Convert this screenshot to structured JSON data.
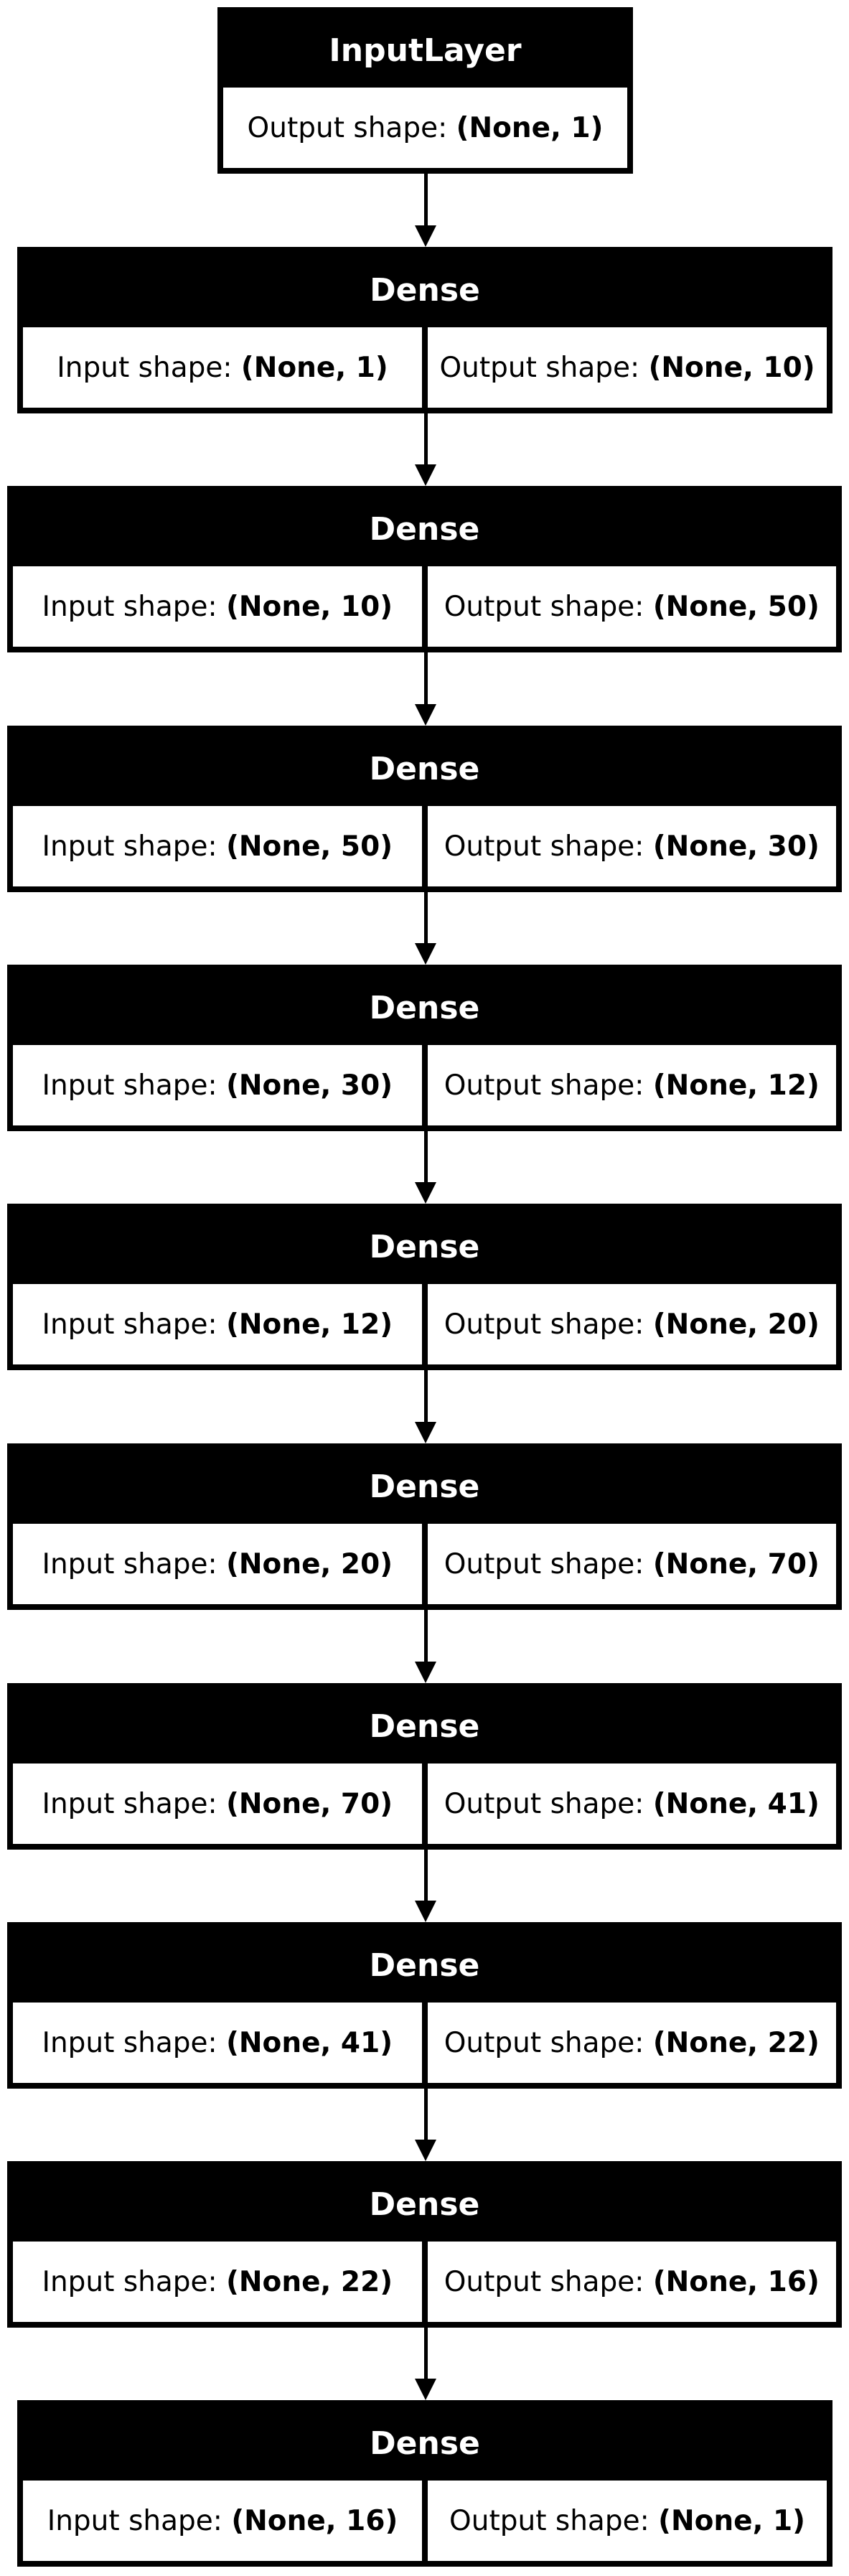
{
  "diagram": {
    "layers": [
      {
        "name": "InputLayer",
        "fields": [
          {
            "label": "Output shape: ",
            "value": "(None, 1)"
          }
        ]
      },
      {
        "name": "Dense",
        "fields": [
          {
            "label": "Input shape: ",
            "value": "(None, 1)"
          },
          {
            "label": "Output shape: ",
            "value": "(None, 10)"
          }
        ]
      },
      {
        "name": "Dense",
        "fields": [
          {
            "label": "Input shape: ",
            "value": "(None, 10)"
          },
          {
            "label": "Output shape: ",
            "value": "(None, 50)"
          }
        ]
      },
      {
        "name": "Dense",
        "fields": [
          {
            "label": "Input shape: ",
            "value": "(None, 50)"
          },
          {
            "label": "Output shape: ",
            "value": "(None, 30)"
          }
        ]
      },
      {
        "name": "Dense",
        "fields": [
          {
            "label": "Input shape: ",
            "value": "(None, 30)"
          },
          {
            "label": "Output shape: ",
            "value": "(None, 12)"
          }
        ]
      },
      {
        "name": "Dense",
        "fields": [
          {
            "label": "Input shape: ",
            "value": "(None, 12)"
          },
          {
            "label": "Output shape: ",
            "value": "(None, 20)"
          }
        ]
      },
      {
        "name": "Dense",
        "fields": [
          {
            "label": "Input shape: ",
            "value": "(None, 20)"
          },
          {
            "label": "Output shape: ",
            "value": "(None, 70)"
          }
        ]
      },
      {
        "name": "Dense",
        "fields": [
          {
            "label": "Input shape: ",
            "value": "(None, 70)"
          },
          {
            "label": "Output shape: ",
            "value": "(None, 41)"
          }
        ]
      },
      {
        "name": "Dense",
        "fields": [
          {
            "label": "Input shape: ",
            "value": "(None, 41)"
          },
          {
            "label": "Output shape: ",
            "value": "(None, 22)"
          }
        ]
      },
      {
        "name": "Dense",
        "fields": [
          {
            "label": "Input shape: ",
            "value": "(None, 22)"
          },
          {
            "label": "Output shape: ",
            "value": "(None, 16)"
          }
        ]
      },
      {
        "name": "Dense",
        "fields": [
          {
            "label": "Input shape: ",
            "value": "(None, 16)"
          },
          {
            "label": "Output shape: ",
            "value": "(None, 1)"
          }
        ]
      }
    ]
  }
}
